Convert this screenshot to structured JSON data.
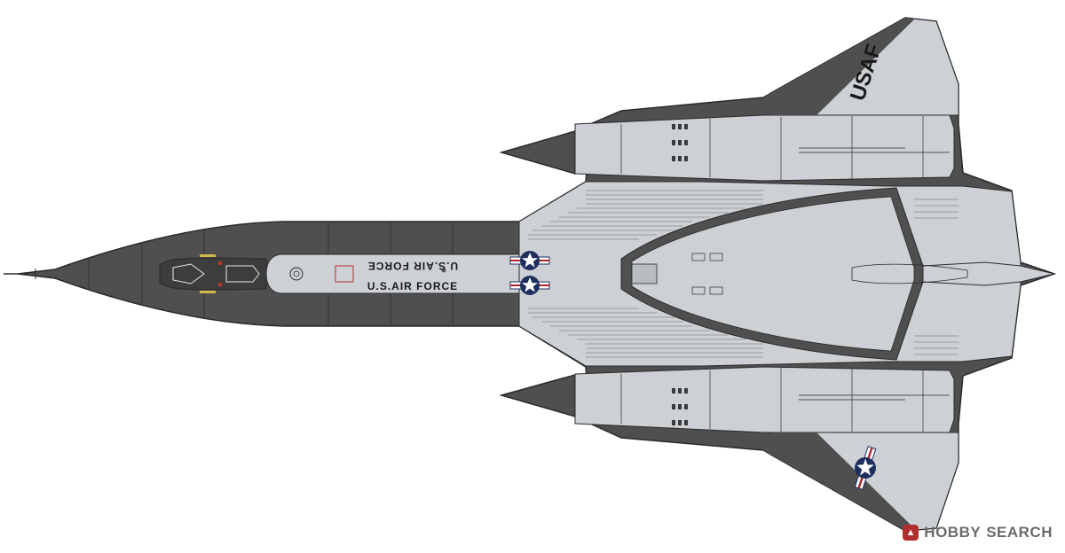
{
  "markings": {
    "fuselage_text_top": "U.S.AIR FORCE",
    "fuselage_text_bottom": "U.S.AIR FORCE",
    "wing_text": "USAF"
  },
  "watermark": {
    "brand": "HOBBY",
    "brand_suffix": "SEARCH"
  },
  "colors": {
    "dark_gray": "#4f4f4f",
    "light_gray": "#cdd0d4",
    "outline": "#2b2b2b",
    "roundel_blue": "#1e2f5e",
    "roundel_red": "#b2222b",
    "background": "#ffffff"
  },
  "icons": {
    "roundel": "us-star-and-bar-icon",
    "watermark_logo": "hobby-search-logo-icon"
  }
}
